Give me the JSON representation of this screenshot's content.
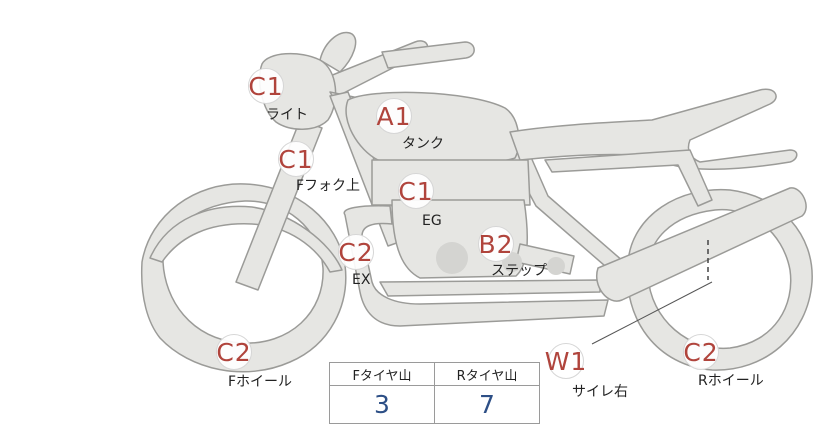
{
  "points": [
    {
      "code": "C1",
      "label": "ライト"
    },
    {
      "code": "A1",
      "label": "タンク"
    },
    {
      "code": "C1",
      "label": "Fフォク上"
    },
    {
      "code": "C1",
      "label": "EG"
    },
    {
      "code": "C2",
      "label": "EX"
    },
    {
      "code": "B2",
      "label": "ステップ"
    },
    {
      "code": "C2",
      "label": "Fホイール"
    },
    {
      "code": "W1",
      "label": "サイレ右"
    },
    {
      "code": "C2",
      "label": "Rホイール"
    }
  ],
  "tread_table": {
    "front_header": "Fタイヤ山",
    "rear_header": "Rタイヤ山",
    "front_value": "3",
    "rear_value": "7"
  },
  "colors": {
    "marker_text": "#b0443c",
    "value_text": "#2d4f86",
    "bike_fill": "#e6e6e3",
    "bike_stroke": "#9b9b98"
  }
}
